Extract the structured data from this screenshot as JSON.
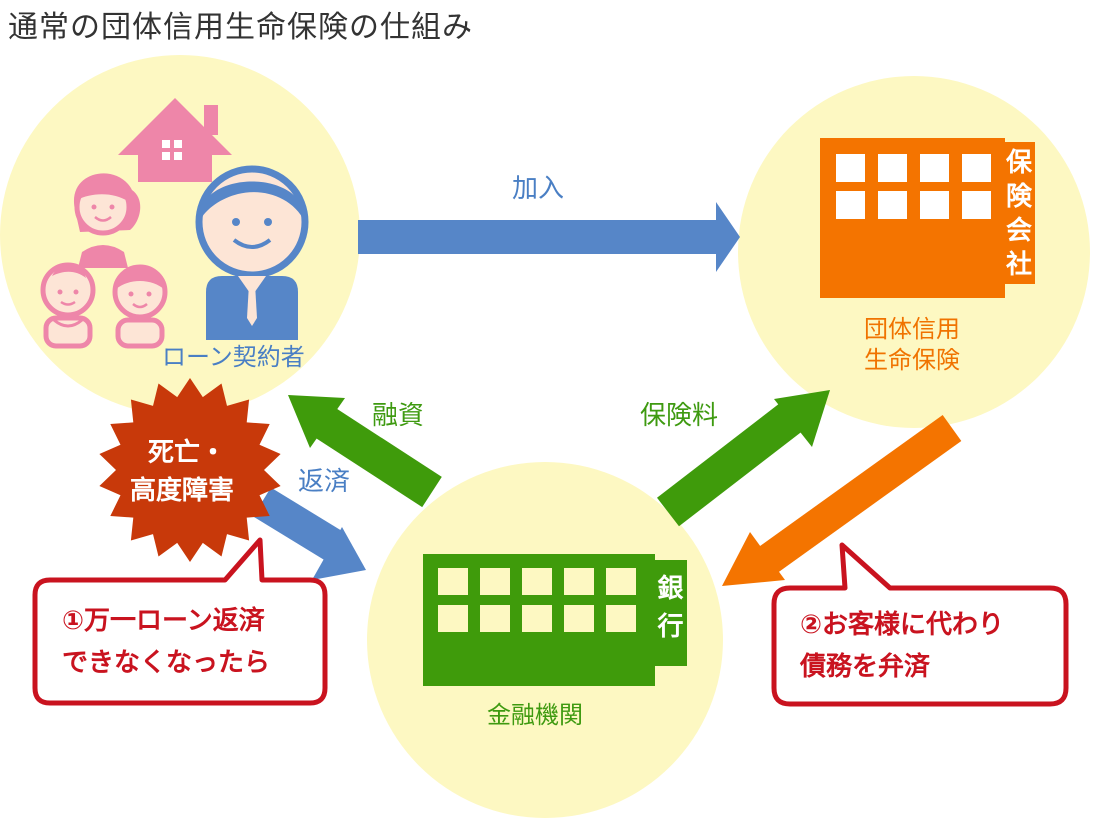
{
  "title": "通常の団体信用生命保険の仕組み",
  "nodes": {
    "borrower": {
      "label": "ローン契約者"
    },
    "insurer": {
      "sign": [
        "保",
        "険",
        "会",
        "社"
      ],
      "label_lines": [
        "団体信用",
        "生命保険"
      ]
    },
    "bank": {
      "sign": [
        "銀",
        "行"
      ],
      "label": "金融機関"
    }
  },
  "arrows": {
    "enroll": "加入",
    "financing": "融資",
    "repayment": "返済",
    "premium": "保険料"
  },
  "event": {
    "lines": [
      "死亡・",
      "高度障害"
    ]
  },
  "callouts": {
    "left": {
      "lines": [
        "①万一ローン返済",
        "できなくなったら"
      ]
    },
    "right": {
      "lines": [
        "②お客様に代わり",
        "債務を弁済"
      ]
    }
  },
  "colors": {
    "circle_fill": "#fdf8c2",
    "blue": "#5686c8",
    "green": "#3f9b0b",
    "orange": "#f47400",
    "red": "#c9131f",
    "burst": "#c8390a",
    "house": "#ee86a9"
  }
}
